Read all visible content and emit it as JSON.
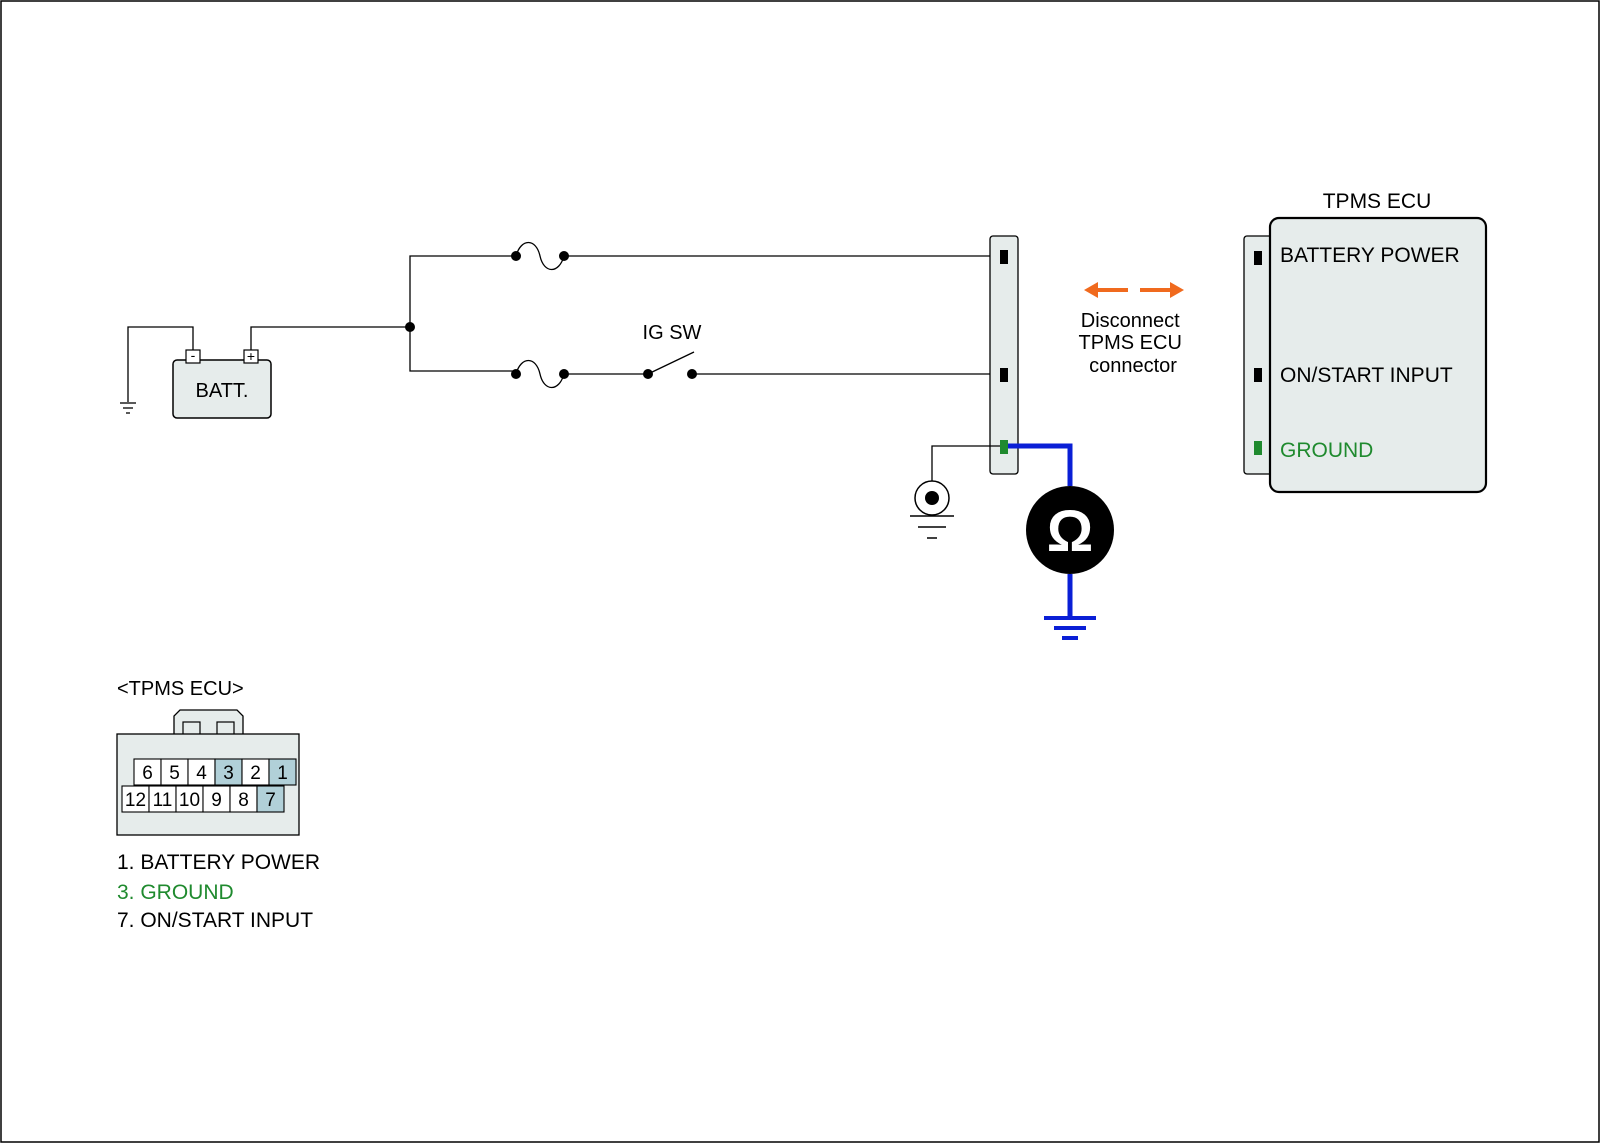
{
  "colors": {
    "wire": "#000000",
    "connector_fill": "#e6eceb",
    "highlight_pin": "#b1d0d8",
    "ground_text": "#1f8a2e",
    "probe": "#0a1fd6",
    "arrow": "#f06a1e"
  },
  "battery": {
    "label": "BATT.",
    "neg": "-",
    "pos": "+"
  },
  "switch": {
    "label": "IG SW"
  },
  "ecu": {
    "title": "TPMS ECU",
    "pins": [
      {
        "label": "BATTERY POWER"
      },
      {
        "label": "ON/START INPUT"
      },
      {
        "label": "GROUND"
      }
    ]
  },
  "instruction": {
    "lines": [
      "Disconnect",
      "TPMS ECU",
      "connector"
    ]
  },
  "meter": {
    "symbol": "Ω"
  },
  "connector_view": {
    "title": "<TPMS ECU>",
    "top_row": [
      "6",
      "5",
      "4",
      "3",
      "2",
      "1"
    ],
    "bottom_row": [
      "12",
      "11",
      "10",
      "9",
      "8",
      "7"
    ],
    "highlighted": [
      "1",
      "3",
      "7"
    ]
  },
  "legend": [
    {
      "text": "1. BATTERY POWER"
    },
    {
      "text": "3. GROUND"
    },
    {
      "text": "7. ON/START INPUT"
    }
  ]
}
